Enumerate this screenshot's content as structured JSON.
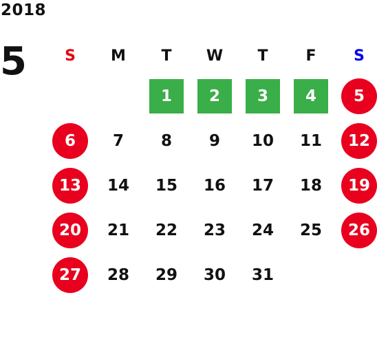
{
  "year": "2018",
  "month": "5",
  "weekdays": [
    "S",
    "M",
    "T",
    "W",
    "T",
    "F",
    "S"
  ],
  "weeks": [
    [
      "",
      "",
      "1",
      "2",
      "3",
      "4",
      "5"
    ],
    [
      "6",
      "7",
      "8",
      "9",
      "10",
      "11",
      "12"
    ],
    [
      "13",
      "14",
      "15",
      "16",
      "17",
      "18",
      "19"
    ],
    [
      "20",
      "21",
      "22",
      "23",
      "24",
      "25",
      "26"
    ],
    [
      "27",
      "28",
      "29",
      "30",
      "31",
      "",
      ""
    ]
  ],
  "colors": {
    "sunday_label": "#e60012",
    "saturday_label": "#0000e6",
    "holiday_circle": "#e8001e",
    "highlight_square": "#3aae48"
  },
  "highlighted_days": [
    "1",
    "2",
    "3",
    "4"
  ],
  "holiday_days": [
    "5",
    "6",
    "12",
    "13",
    "19",
    "20",
    "26",
    "27"
  ]
}
